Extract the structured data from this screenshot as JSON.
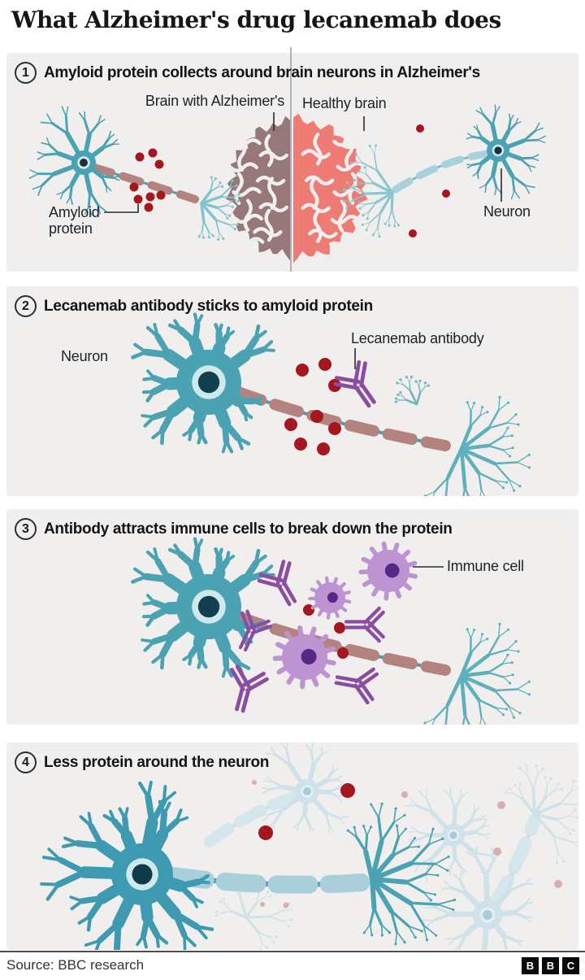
{
  "title": "What Alzheimer's drug lecanemab does",
  "panels": [
    {
      "number": "1",
      "heading": "Amyloid protein collects around brain neurons in Alzheimer's",
      "labels": {
        "brain_alzheimers": "Brain with Alzheimer's",
        "healthy_brain": "Healthy brain",
        "amyloid": "Amyloid protein",
        "neuron": "Neuron"
      }
    },
    {
      "number": "2",
      "heading": "Lecanemab antibody sticks to amyloid protein",
      "labels": {
        "neuron": "Neuron",
        "antibody": "Lecanemab antibody"
      }
    },
    {
      "number": "3",
      "heading": "Antibody attracts immune cells to break down the protein",
      "labels": {
        "immune": "Immune cell"
      }
    },
    {
      "number": "4",
      "heading": "Less protein around the neuron",
      "labels": {}
    }
  ],
  "footer": {
    "source": "Source: BBC research",
    "logo": [
      "B",
      "B",
      "C"
    ]
  },
  "colors": {
    "panel_bg": "#f0efed",
    "neuron_teal": "#4aa2b3",
    "neuron_teal_deep": "#3e9ab0",
    "neuron_light": "#7fc4cf",
    "healthy_axon": "#a9d0dd",
    "nucleus_ring": "#cfe8ec",
    "nucleus_core": "#123f4d",
    "amyloid_red": "#a5161f",
    "myelin_alz": "#b3837f",
    "antibody_purple": "#8a4da2",
    "immune_body": "#bd93d2",
    "immune_core": "#532a88",
    "brain_alz": "#977879",
    "brain_healthy": "#ee7b74",
    "ghost_teal": "#cfe2e9",
    "ghost_pink": "#d4a3a8",
    "divider": "#9b9b9b",
    "leader": "#2b2b2b"
  }
}
